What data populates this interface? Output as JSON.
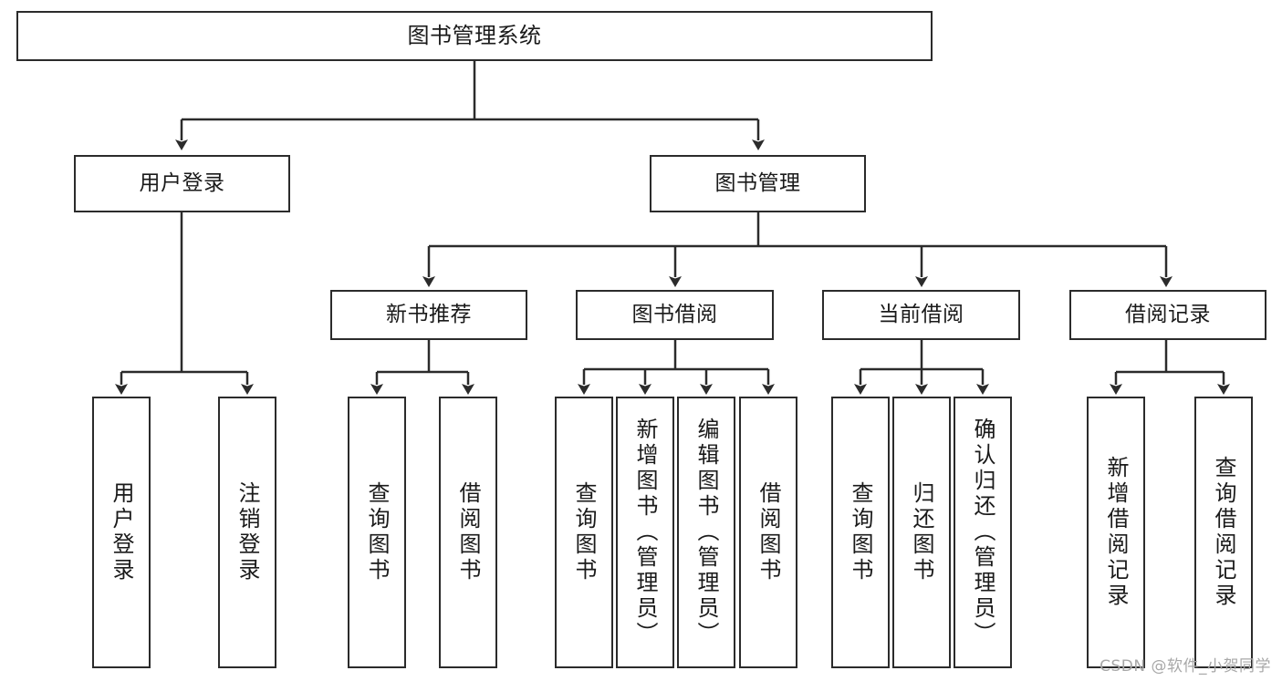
{
  "diagram": {
    "title": "图书管理系统",
    "watermark": "CSDN @软件_小贺同学",
    "colors": {
      "stroke": "#2b2b2b",
      "fill": "#ffffff",
      "text": "#1a1a1a",
      "watermark": "#a8a8a8"
    },
    "nodes": {
      "root": {
        "label": "图书管理系统"
      },
      "level2": [
        {
          "id": "user-login",
          "label": "用户登录"
        },
        {
          "id": "book-management",
          "label": "图书管理"
        }
      ],
      "level3": [
        {
          "id": "new-book-recommend",
          "label": "新书推荐"
        },
        {
          "id": "book-borrow",
          "label": "图书借阅"
        },
        {
          "id": "current-borrow",
          "label": "当前借阅"
        },
        {
          "id": "borrow-record",
          "label": "借阅记录"
        }
      ],
      "leaves": {
        "user_login": [
          {
            "id": "leaf-user-login",
            "label": "用户登录"
          },
          {
            "id": "leaf-logout",
            "label": "注销登录"
          }
        ],
        "new_book_recommend": [
          {
            "id": "leaf-query-book-1",
            "label": "查询图书"
          },
          {
            "id": "leaf-borrow-book-1",
            "label": "借阅图书"
          }
        ],
        "book_borrow": [
          {
            "id": "leaf-query-book-2",
            "label": "查询图书"
          },
          {
            "id": "leaf-add-book",
            "label": "新增图书（管理员）"
          },
          {
            "id": "leaf-edit-book",
            "label": "编辑图书（管理员）"
          },
          {
            "id": "leaf-borrow-book-2",
            "label": "借阅图书"
          }
        ],
        "current_borrow": [
          {
            "id": "leaf-query-book-3",
            "label": "查询图书"
          },
          {
            "id": "leaf-return-book",
            "label": "归还图书"
          },
          {
            "id": "leaf-confirm-return",
            "label": "确认归还（管理员）"
          }
        ],
        "borrow_record": [
          {
            "id": "leaf-add-record",
            "label": "新增借阅记录"
          },
          {
            "id": "leaf-query-record",
            "label": "查询借阅记录"
          }
        ]
      }
    }
  }
}
